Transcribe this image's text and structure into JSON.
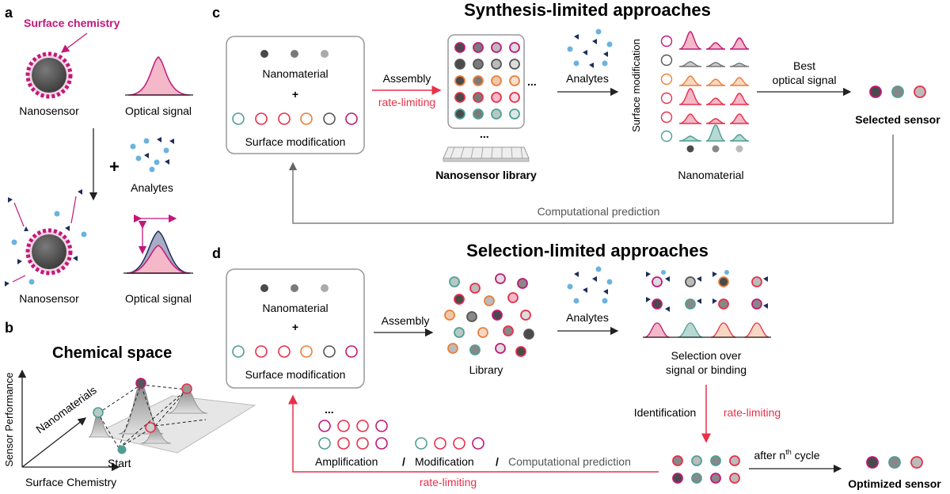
{
  "panels": {
    "a": {
      "label": "a",
      "surface_chemistry": "Surface chemistry",
      "nanosensor_top": "Nanosensor",
      "optical_signal_top": "Optical signal",
      "plus": "+",
      "analytes": "Analytes",
      "nanosensor_bottom": "Nanosensor",
      "optical_signal_bottom": "Optical signal"
    },
    "b": {
      "label": "b",
      "title": "Chemical space",
      "y_axis": "Sensor Performance",
      "x_axis": "Surface Chemistry",
      "diag_axis": "Nanomaterials",
      "start": "Start"
    },
    "c": {
      "label": "c",
      "title": "Synthesis-limited approaches",
      "nanomaterial": "Nanomaterial",
      "plus": "+",
      "surface_modification": "Surface modification",
      "assembly": "Assembly",
      "rate_limiting": "rate-limiting",
      "ellipsis_right": "...",
      "ellipsis_bottom": "...",
      "library": "Nanosensor library",
      "analytes": "Analytes",
      "heatmap_y": "Surface modification",
      "heatmap_x": "Nanomaterial",
      "best_line1": "Best",
      "best_line2": "optical signal",
      "selected": "Selected sensor",
      "feedback": "Computational prediction"
    },
    "d": {
      "label": "d",
      "title": "Selection-limited approaches",
      "nanomaterial": "Nanomaterial",
      "plus": "+",
      "surface_modification": "Surface modification",
      "assembly": "Assembly",
      "library": "Library",
      "analytes": "Analytes",
      "selection_line1": "Selection over",
      "selection_line2": "signal or binding",
      "identification": "Identification",
      "rate_limiting_right": "rate-limiting",
      "ellipsis": "...",
      "amplification": "Amplification",
      "slash1": "/",
      "modification": "Modification",
      "slash2": "/",
      "computational": "Computational prediction",
      "rate_limiting_bottom": "rate-limiting",
      "after_cycle_pre": "after n",
      "after_cycle_sup": "th",
      "after_cycle_post": " cycle",
      "optimized": "Optimized sensor"
    }
  },
  "colors": {
    "magenta": "#c2187a",
    "red": "#e8304a",
    "teal": "#4f9f95",
    "orange": "#e8803c",
    "gray": "#7a7a7a",
    "dark": "#4a4a4a",
    "light_blue": "#6bb3df",
    "navy": "#1f2d5a",
    "pink_fill": "#f4b8c8"
  }
}
